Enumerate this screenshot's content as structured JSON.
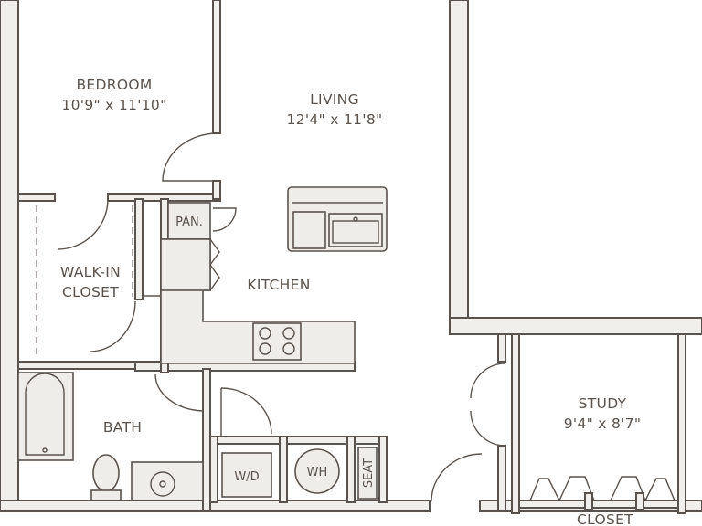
{
  "rooms": {
    "bedroom": {
      "name": "BEDROOM",
      "dims": "10'9\" x 11'10\""
    },
    "living": {
      "name": "LIVING",
      "dims": "12'4\" x 11'8\""
    },
    "kitchen": {
      "name": "KITCHEN"
    },
    "walkin": {
      "line1": "WALK-IN",
      "line2": "CLOSET"
    },
    "bath": {
      "name": "BATH"
    },
    "study": {
      "name": "STUDY",
      "dims": "9'4\" x 8'7\""
    },
    "closet": {
      "name": "CLOSET"
    }
  },
  "fixtures": {
    "pantry": "PAN.",
    "washer_dryer": "W/D",
    "water_heater": "WH",
    "seat": "SEAT"
  },
  "colors": {
    "wall_fill": "#f1efec",
    "wall_stroke": "#5a524c",
    "fixture_fill": "#efedea",
    "label": "#5a524c"
  }
}
